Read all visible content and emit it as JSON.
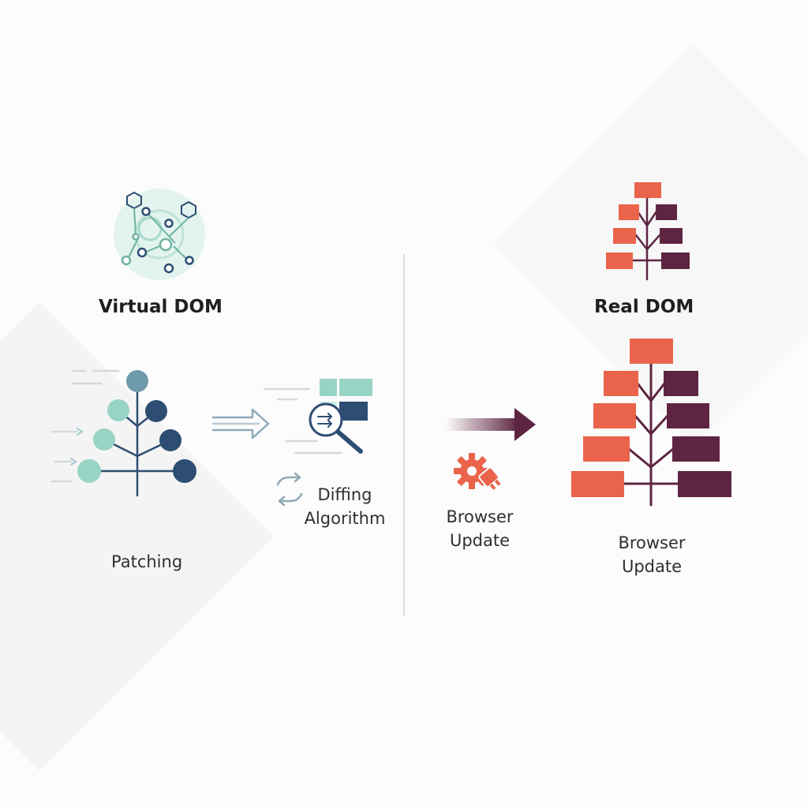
{
  "virtual_dom": {
    "title": "Virtual DOM",
    "patching_label": "Patching",
    "diffing_label_line1": "Diffing",
    "diffing_label_line2": "Algorithm"
  },
  "transition": {
    "label_line1": "Browser",
    "label_line2": "Update"
  },
  "real_dom": {
    "title": "Real DOM",
    "label_line1": "Browser",
    "label_line2": "Update"
  },
  "colors": {
    "teal_light": "#98d4c5",
    "teal_mid": "#6e9aab",
    "navy": "#2e4d72",
    "coral": "#e9644a",
    "plum": "#5e2542",
    "gray_line": "#cfd4d8"
  }
}
